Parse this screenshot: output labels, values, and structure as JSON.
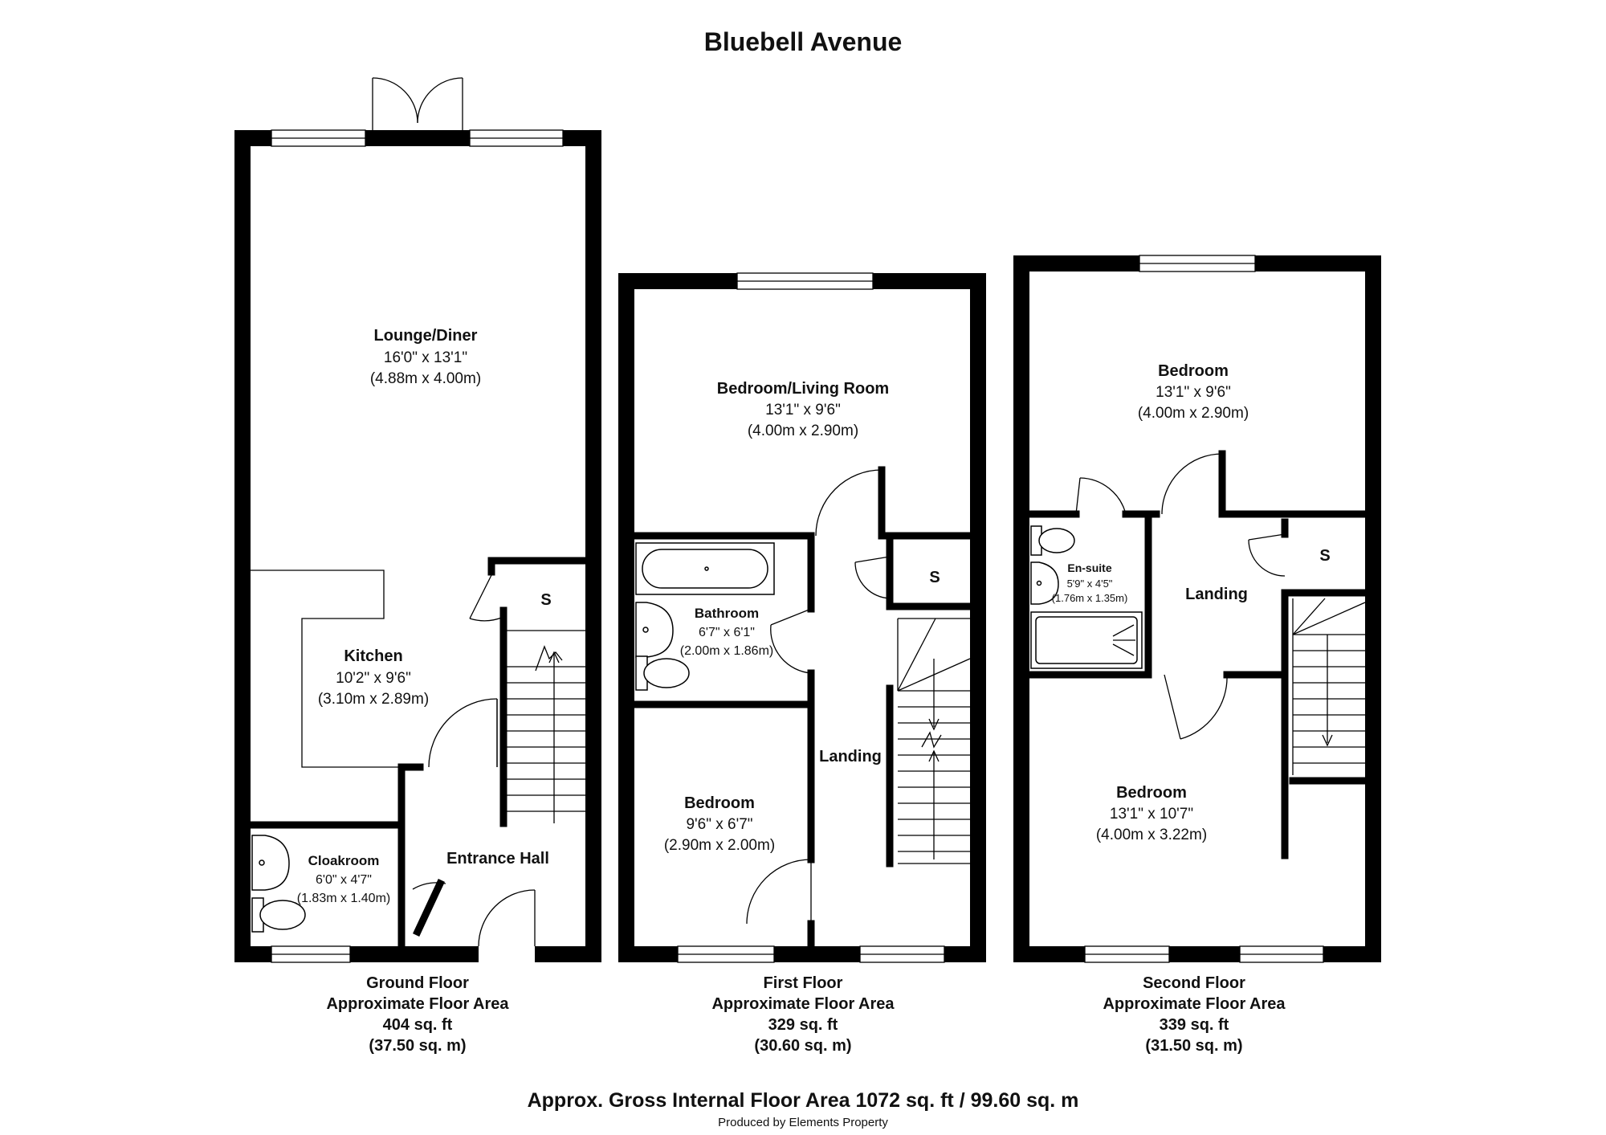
{
  "title": "Bluebell Avenue",
  "floors": [
    {
      "name": "Ground Floor",
      "area_label": "Approximate Floor Area",
      "area_sqft": "404 sq. ft",
      "area_sqm": "(37.50 sq. m)",
      "rooms": [
        {
          "name": "Lounge/Diner",
          "dim_imperial": "16'0\" x 13'1\"",
          "dim_metric": "(4.88m x 4.00m)"
        },
        {
          "name": "Kitchen",
          "dim_imperial": "10'2\" x 9'6\"",
          "dim_metric": "(3.10m x 2.89m)"
        },
        {
          "name": "Cloakroom",
          "dim_imperial": "6'0\" x 4'7\"",
          "dim_metric": "(1.83m x 1.40m)"
        },
        {
          "name": "Entrance Hall"
        },
        {
          "name": "S"
        }
      ]
    },
    {
      "name": "First Floor",
      "area_label": "Approximate Floor Area",
      "area_sqft": "329 sq. ft",
      "area_sqm": "(30.60 sq. m)",
      "rooms": [
        {
          "name": "Bedroom/Living Room",
          "dim_imperial": "13'1\" x 9'6\"",
          "dim_metric": "(4.00m x 2.90m)"
        },
        {
          "name": "Bathroom",
          "dim_imperial": "6'7\" x 6'1\"",
          "dim_metric": "(2.00m x 1.86m)"
        },
        {
          "name": "Bedroom",
          "dim_imperial": "9'6\" x 6'7\"",
          "dim_metric": "(2.90m x 2.00m)"
        },
        {
          "name": "Landing"
        },
        {
          "name": "S"
        }
      ]
    },
    {
      "name": "Second Floor",
      "area_label": "Approximate Floor Area",
      "area_sqft": "339 sq. ft",
      "area_sqm": "(31.50 sq. m)",
      "rooms": [
        {
          "name": "Bedroom",
          "dim_imperial": "13'1\" x 9'6\"",
          "dim_metric": "(4.00m x 2.90m)"
        },
        {
          "name": "En-suite",
          "dim_imperial": "5'9\" x 4'5\"",
          "dim_metric": "(1.76m x 1.35m)"
        },
        {
          "name": "Landing"
        },
        {
          "name": "S"
        },
        {
          "name": "Bedroom",
          "dim_imperial": "13'1\" x 10'7\"",
          "dim_metric": "(4.00m x 3.22m)"
        }
      ]
    }
  ],
  "gross_area": "Approx. Gross Internal Floor Area 1072 sq. ft / 99.60 sq. m",
  "credit": "Produced by Elements Property"
}
